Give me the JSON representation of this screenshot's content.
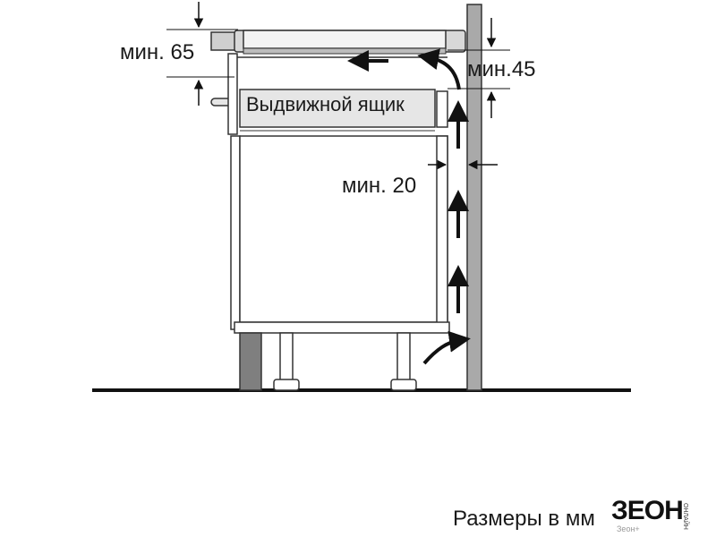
{
  "labels": {
    "min_65": "мин. 65",
    "min_45": "мин.45",
    "min_20": "мин. 20",
    "drawer": "Выдвижной ящик",
    "footer": "Размеры в мм"
  },
  "watermark": {
    "logo": "ЗЕОН",
    "sub": "Зеон+",
    "side": "ОНЛАЙН"
  },
  "colors": {
    "line": "#1a1a1a",
    "wall_fill": "#a9a9a9",
    "drawer_fill": "#e6e6e6",
    "hob_fill": "#cfcfcf",
    "leg_fill": "#7f7f7f"
  }
}
